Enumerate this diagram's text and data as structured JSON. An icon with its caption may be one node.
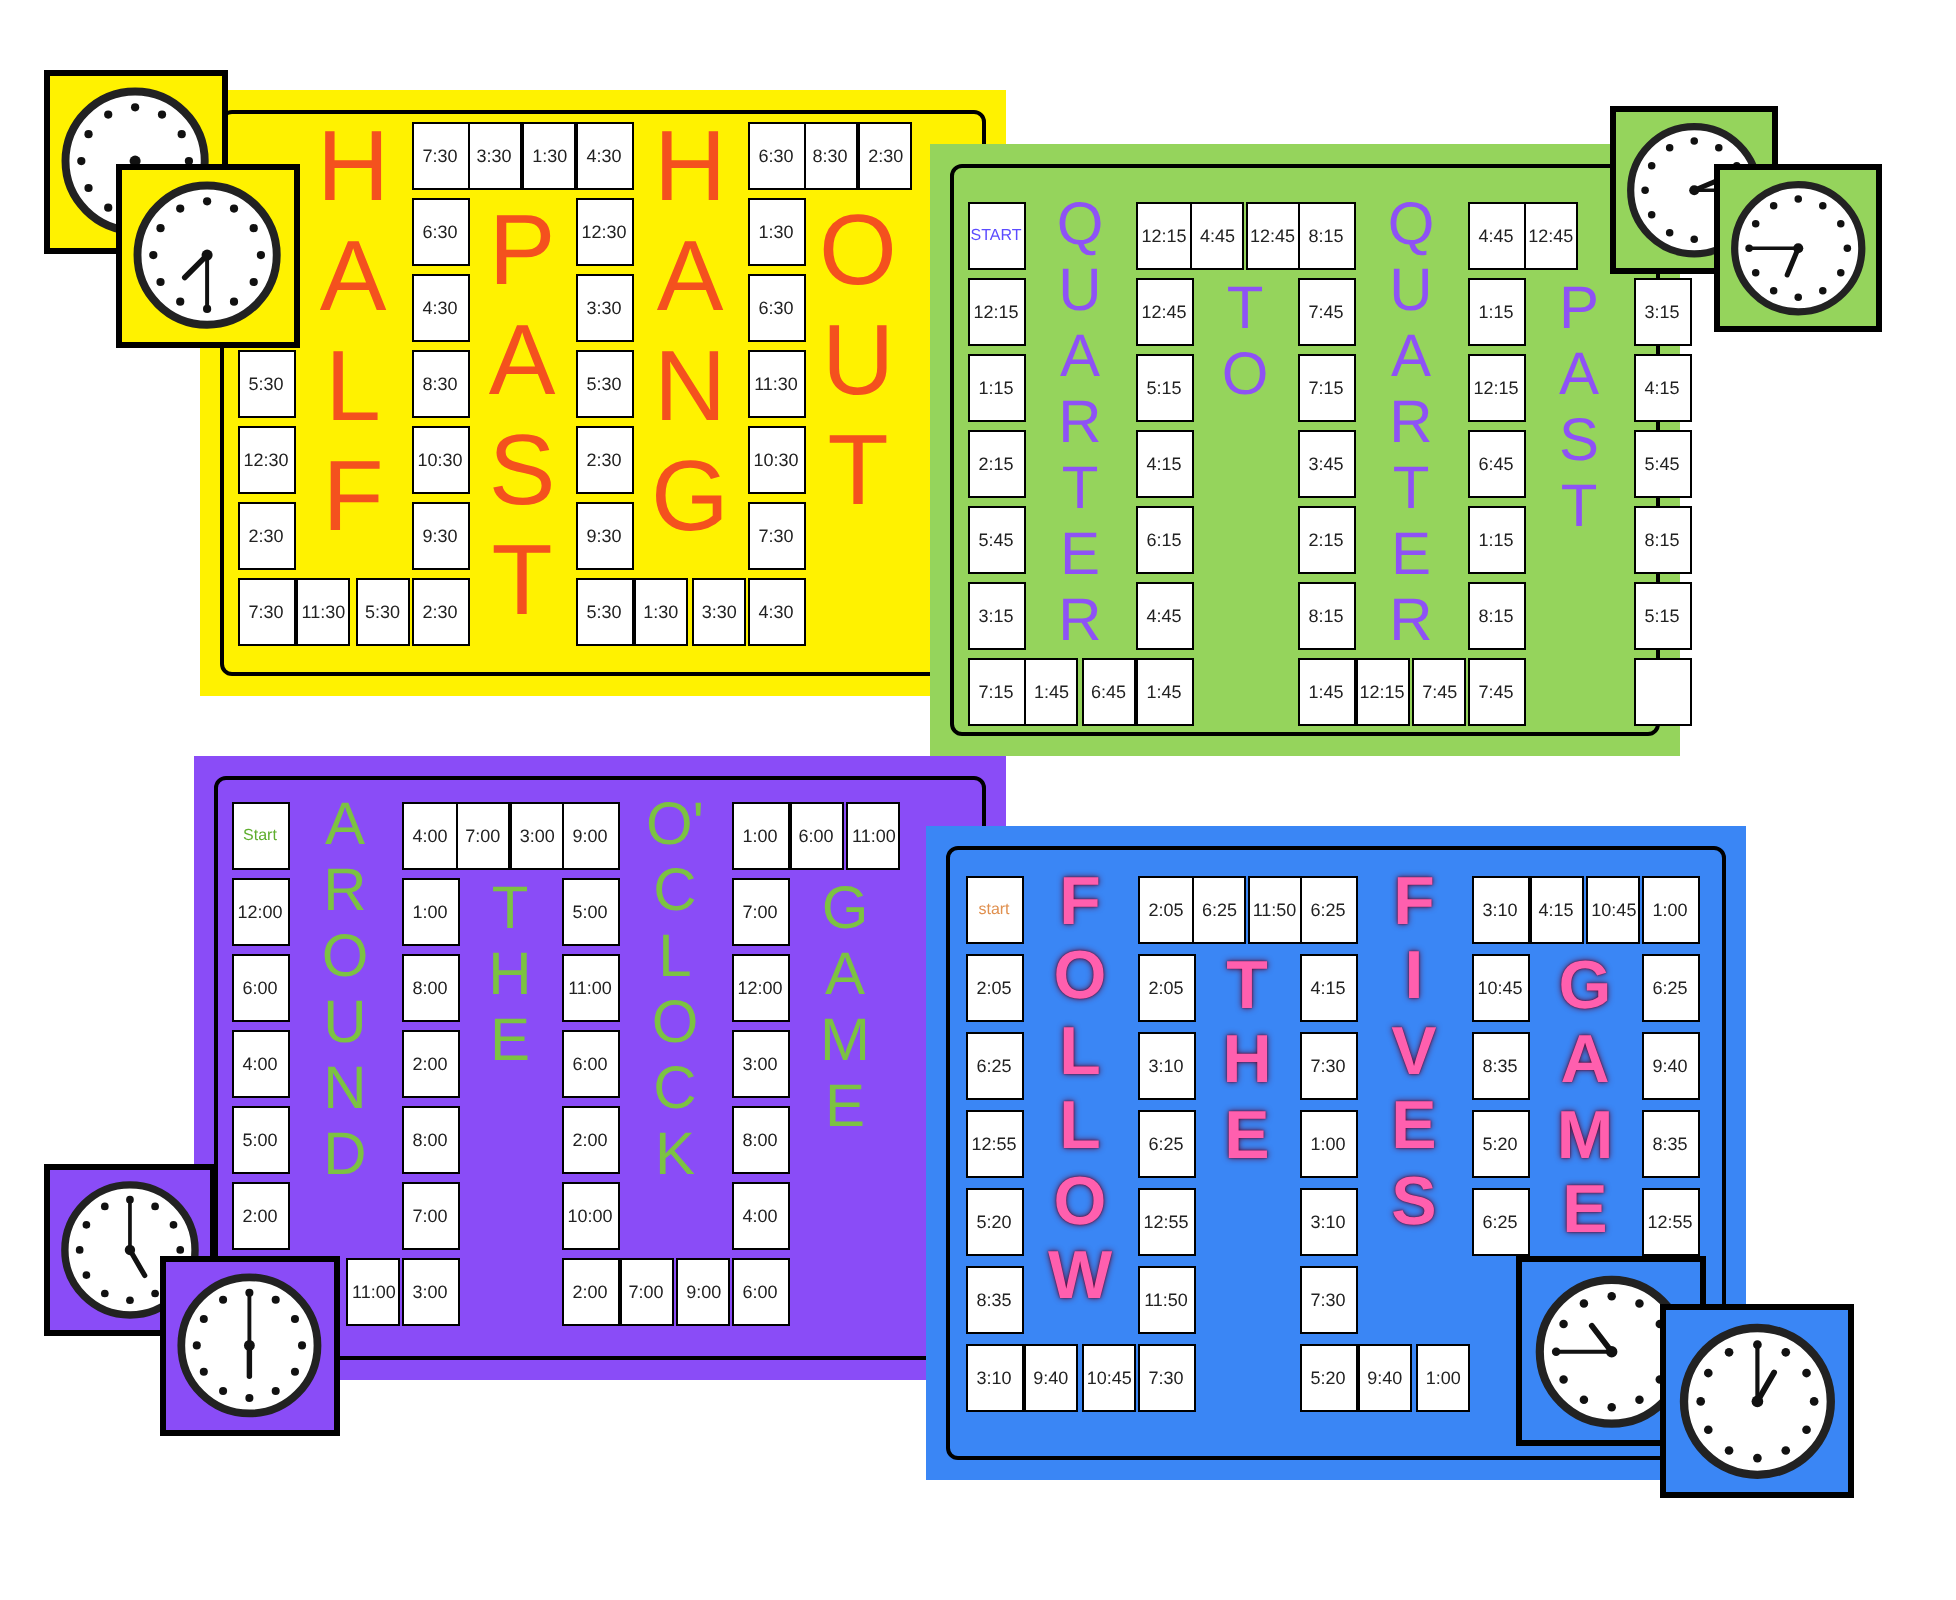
{
  "diagram": {
    "nodes": [
      {
        "text": [
          "HALF",
          "PAST",
          "HANG",
          "OUT"
        ]
      },
      {
        "text": [
          "5:30"
        ],
        "in": 0
      },
      {
        "text": [
          "12:30"
        ],
        "in": 0
      },
      {
        "text": [
          "2:30"
        ],
        "in": 0
      },
      {
        "text": [
          "7:30"
        ],
        "in": 0
      },
      {
        "text": [
          "11:30"
        ],
        "in": 0
      },
      {
        "text": [
          "5:30"
        ],
        "in": 0
      },
      {
        "text": [
          "2:30"
        ],
        "in": 0
      },
      {
        "text": [
          "7:30"
        ],
        "in": 0
      },
      {
        "text": [
          "6:30"
        ],
        "in": 0
      },
      {
        "text": [
          "4:30"
        ],
        "in": 0
      },
      {
        "text": [
          "8:30"
        ],
        "in": 0
      },
      {
        "text": [
          "10:30"
        ],
        "in": 0
      },
      {
        "text": [
          "9:30"
        ],
        "in": 0
      },
      {
        "text": [
          "3:30"
        ],
        "in": 0
      },
      {
        "text": [
          "1:30"
        ],
        "in": 0
      },
      {
        "text": [
          "4:30"
        ],
        "in": 0
      },
      {
        "text": [
          "12:30"
        ],
        "in": 0
      },
      {
        "text": [
          "3:30"
        ],
        "in": 0
      },
      {
        "text": [
          "5:30"
        ],
        "in": 0
      },
      {
        "text": [
          "2:30"
        ],
        "in": 0
      },
      {
        "text": [
          "9:30"
        ],
        "in": 0
      },
      {
        "text": [
          "5:30"
        ],
        "in": 0
      },
      {
        "text": [
          "1:30"
        ],
        "in": 0
      },
      {
        "text": [
          "3:30"
        ],
        "in": 0
      },
      {
        "text": [
          "4:30"
        ],
        "in": 0
      },
      {
        "text": [
          "6:30"
        ],
        "in": 0
      },
      {
        "text": [
          "1:30"
        ],
        "in": 0
      },
      {
        "text": [
          "6:30"
        ],
        "in": 0
      },
      {
        "text": [
          "11:30"
        ],
        "in": 0
      },
      {
        "text": [
          "10:30"
        ],
        "in": 0
      },
      {
        "text": [
          "7:30"
        ],
        "in": 0
      },
      {
        "text": [
          "8:30"
        ],
        "in": 0
      },
      {
        "text": [
          "2:30"
        ],
        "in": 0
      },
      {
        "text": [
          "QUARTER",
          "TO",
          "QUARTER",
          "PAST"
        ]
      },
      {
        "text": [
          "START"
        ],
        "in": 34
      },
      {
        "text": [
          "12:15"
        ],
        "in": 34
      },
      {
        "text": [
          "1:15"
        ],
        "in": 34
      },
      {
        "text": [
          "2:15"
        ],
        "in": 34
      },
      {
        "text": [
          "5:45"
        ],
        "in": 34
      },
      {
        "text": [
          "3:15"
        ],
        "in": 34
      },
      {
        "text": [
          "7:15"
        ],
        "in": 34
      },
      {
        "text": [
          "1:45"
        ],
        "in": 34
      },
      {
        "text": [
          "6:45"
        ],
        "in": 34
      },
      {
        "text": [
          "12:15"
        ],
        "in": 34
      },
      {
        "text": [
          "12:45"
        ],
        "in": 34
      },
      {
        "text": [
          "5:15"
        ],
        "in": 34
      },
      {
        "text": [
          "4:15"
        ],
        "in": 34
      },
      {
        "text": [
          "6:15"
        ],
        "in": 34
      },
      {
        "text": [
          "4:45"
        ],
        "in": 34
      },
      {
        "text": [
          "1:45"
        ],
        "in": 34
      },
      {
        "text": [
          "4:45"
        ],
        "in": 34
      },
      {
        "text": [
          "12:45"
        ],
        "in": 34
      },
      {
        "text": [
          "8:15"
        ],
        "in": 34
      },
      {
        "text": [
          "7:45"
        ],
        "in": 34
      },
      {
        "text": [
          "7:15"
        ],
        "in": 34
      },
      {
        "text": [
          "3:45"
        ],
        "in": 34
      },
      {
        "text": [
          "2:15"
        ],
        "in": 34
      },
      {
        "text": [
          "8:15"
        ],
        "in": 34
      },
      {
        "text": [
          "1:45"
        ],
        "in": 34
      },
      {
        "text": [
          "12:15"
        ],
        "in": 34
      },
      {
        "text": [
          "7:45"
        ],
        "in": 34
      },
      {
        "text": [
          "4:45"
        ],
        "in": 34
      },
      {
        "text": [
          "1:15"
        ],
        "in": 34
      },
      {
        "text": [
          "12:15"
        ],
        "in": 34
      },
      {
        "text": [
          "6:45"
        ],
        "in": 34
      },
      {
        "text": [
          "1:15"
        ],
        "in": 34
      },
      {
        "text": [
          "8:15"
        ],
        "in": 34
      },
      {
        "text": [
          "7:45"
        ],
        "in": 34
      },
      {
        "text": [
          "12:45"
        ],
        "in": 34
      },
      {
        "text": [
          "3:15"
        ],
        "in": 34
      },
      {
        "text": [
          "4:15"
        ],
        "in": 34
      },
      {
        "text": [
          "5:45"
        ],
        "in": 34
      },
      {
        "text": [
          "8:15"
        ],
        "in": 34
      },
      {
        "text": [
          "5:15"
        ],
        "in": 34
      },
      {
        "text": [],
        "shape": "box",
        "in": 34
      },
      {
        "text": [
          "AROUND",
          "THE",
          "O'CLOCK",
          "GAME"
        ]
      },
      {
        "text": [
          "Start"
        ],
        "in": 76
      },
      {
        "text": [
          "12:00"
        ],
        "in": 76
      },
      {
        "text": [
          "6:00"
        ],
        "in": 76
      },
      {
        "text": [
          "4:00"
        ],
        "in": 76
      },
      {
        "text": [
          "5:00"
        ],
        "in": 76
      },
      {
        "text": [
          "2:00"
        ],
        "in": 76
      },
      {
        "text": [
          "11:00"
        ],
        "in": 76
      },
      {
        "text": [
          "4:00"
        ],
        "in": 76
      },
      {
        "text": [
          "1:00"
        ],
        "in": 76
      },
      {
        "text": [
          "8:00"
        ],
        "in": 76
      },
      {
        "text": [
          "2:00"
        ],
        "in": 76
      },
      {
        "text": [
          "8:00"
        ],
        "in": 76
      },
      {
        "text": [
          "7:00"
        ],
        "in": 76
      },
      {
        "text": [
          "3:00"
        ],
        "in": 76
      },
      {
        "text": [
          "7:00"
        ],
        "in": 76
      },
      {
        "text": [
          "3:00"
        ],
        "in": 76
      },
      {
        "text": [
          "9:00"
        ],
        "in": 76
      },
      {
        "text": [
          "5:00"
        ],
        "in": 76
      },
      {
        "text": [
          "11:00"
        ],
        "in": 76
      },
      {
        "text": [
          "6:00"
        ],
        "in": 76
      },
      {
        "text": [
          "2:00"
        ],
        "in": 76
      },
      {
        "text": [
          "10:00"
        ],
        "in": 76
      },
      {
        "text": [
          "2:00"
        ],
        "in": 76
      },
      {
        "text": [
          "7:00"
        ],
        "in": 76
      },
      {
        "text": [
          "9:00"
        ],
        "in": 76
      },
      {
        "text": [
          "1:00"
        ],
        "in": 76
      },
      {
        "text": [
          "7:00"
        ],
        "in": 76
      },
      {
        "text": [
          "12:00"
        ],
        "in": 76
      },
      {
        "text": [
          "3:00"
        ],
        "in": 76
      },
      {
        "text": [
          "8:00"
        ],
        "in": 76
      },
      {
        "text": [
          "4:00"
        ],
        "in": 76
      },
      {
        "text": [
          "6:00"
        ],
        "in": 76
      },
      {
        "text": [
          "6:00"
        ],
        "in": 76
      },
      {
        "text": [
          "11:00"
        ],
        "in": 76
      },
      {
        "text": [
          "FOLLOW",
          "THE",
          "FIVES",
          "GAME"
        ]
      },
      {
        "text": [
          "start"
        ],
        "in": 111
      },
      {
        "text": [
          "2:05"
        ],
        "in": 111
      },
      {
        "text": [
          "6:25"
        ],
        "in": 111
      },
      {
        "text": [
          "12:55"
        ],
        "in": 111
      },
      {
        "text": [
          "5:20"
        ],
        "in": 111
      },
      {
        "text": [
          "8:35"
        ],
        "in": 111
      },
      {
        "text": [
          "3:10"
        ],
        "in": 111
      },
      {
        "text": [
          "9:40"
        ],
        "in": 111
      },
      {
        "text": [
          "10:45"
        ],
        "in": 111
      },
      {
        "text": [
          "2:05"
        ],
        "in": 111
      },
      {
        "text": [
          "2:05"
        ],
        "in": 111
      },
      {
        "text": [
          "3:10"
        ],
        "in": 111
      },
      {
        "text": [
          "6:25"
        ],
        "in": 111
      },
      {
        "text": [
          "12:55"
        ],
        "in": 111
      },
      {
        "text": [
          "11:50"
        ],
        "in": 111
      },
      {
        "text": [
          "7:30"
        ],
        "in": 111
      },
      {
        "text": [
          "6:25"
        ],
        "in": 111
      },
      {
        "text": [
          "11:50"
        ],
        "in": 111
      },
      {
        "text": [
          "6:25"
        ],
        "in": 111
      },
      {
        "text": [
          "4:15"
        ],
        "in": 111
      },
      {
        "text": [
          "7:30"
        ],
        "in": 111
      },
      {
        "text": [
          "1:00"
        ],
        "in": 111
      },
      {
        "text": [
          "3:10"
        ],
        "in": 111
      },
      {
        "text": [
          "7:30"
        ],
        "in": 111
      },
      {
        "text": [
          "5:20"
        ],
        "in": 111
      },
      {
        "text": [
          "9:40"
        ],
        "in": 111
      },
      {
        "text": [
          "1:00"
        ],
        "in": 111
      },
      {
        "text": [
          "3:10"
        ],
        "in": 111
      },
      {
        "text": [
          "10:45"
        ],
        "in": 111
      },
      {
        "text": [
          "8:35"
        ],
        "in": 111
      },
      {
        "text": [
          "5:20"
        ],
        "in": 111
      },
      {
        "text": [
          "6:25"
        ],
        "in": 111
      },
      {
        "text": [
          "4:15"
        ],
        "in": 111
      },
      {
        "text": [
          "10:45"
        ],
        "in": 111
      },
      {
        "text": [
          "1:00"
        ],
        "in": 111
      },
      {
        "text": [
          "6:25"
        ],
        "in": 111
      },
      {
        "text": [
          "9:40"
        ],
        "in": 111
      },
      {
        "text": [
          "8:35"
        ],
        "in": 111
      },
      {
        "text": [
          "12:55"
        ],
        "in": 111
      }
    ]
  }
}
